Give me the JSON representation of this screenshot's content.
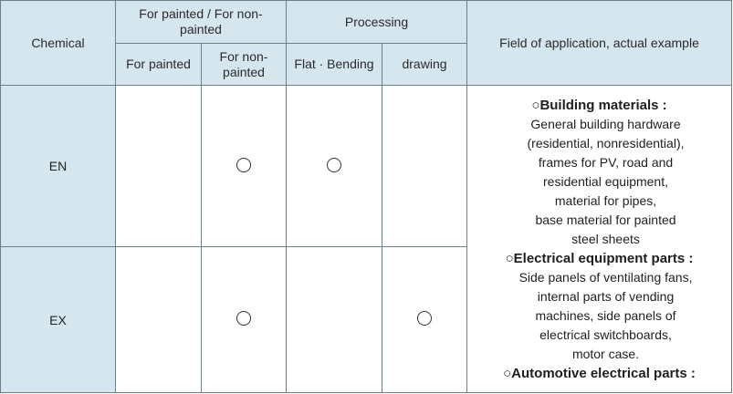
{
  "table": {
    "header": {
      "chemical": "Chemical",
      "painted_group": "For painted / For non-painted",
      "processing_group": "Processing",
      "field": "Field of application, actual example",
      "for_painted": "For painted",
      "for_non_painted": "For non-painted",
      "flat_bending": "Flat · Bending",
      "drawing": "drawing"
    },
    "rows": [
      {
        "chemical": "EN",
        "for_painted": "",
        "for_non_painted": "○",
        "flat_bending": "○",
        "drawing": ""
      },
      {
        "chemical": "EX",
        "for_painted": "",
        "for_non_painted": "○",
        "flat_bending": "",
        "drawing": "○"
      }
    ],
    "applications": [
      {
        "mark": "○",
        "title": "Building materials :",
        "lines": [
          "General building hardware",
          "(residential, nonresidential),",
          "frames for PV, road and",
          "residential equipment,",
          "material for pipes,",
          "base material for painted",
          "steel sheets"
        ]
      },
      {
        "mark": "○",
        "title": "Electrical equipment parts :",
        "lines": [
          "Side panels of ventilating fans,",
          "internal parts of vending",
          "machines, side panels of",
          "electrical switchboards,",
          "motor case."
        ]
      },
      {
        "mark": "○",
        "title": "Automotive electrical parts :",
        "lines": []
      }
    ]
  }
}
